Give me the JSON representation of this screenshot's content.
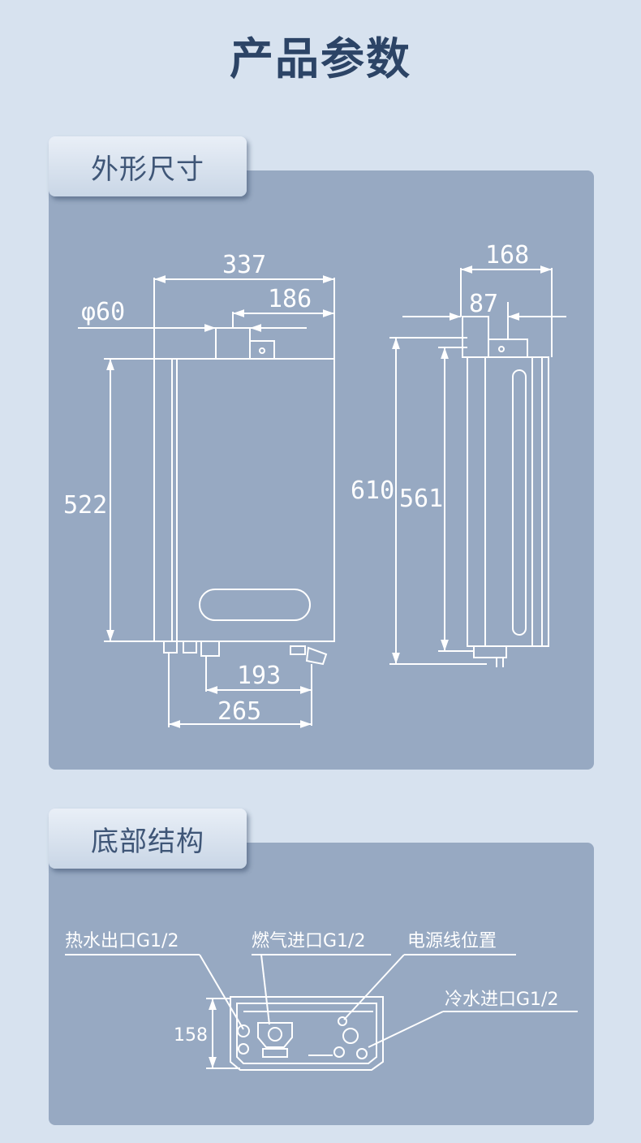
{
  "title": "产品参数",
  "sections": {
    "dimensions": {
      "tab_label": "外形尺寸",
      "front": {
        "width_total": "337",
        "flue_offset": "186",
        "flue_diameter": "φ60",
        "body_height": "522",
        "pipe_spacing_inner": "193",
        "pipe_spacing_outer": "265"
      },
      "side": {
        "depth_total": "168",
        "flue_depth": "87",
        "total_height": "610",
        "body_height": "561"
      }
    },
    "bottom": {
      "tab_label": "底部结构",
      "labels": {
        "hot_water_outlet": "热水出口G1/2",
        "gas_inlet": "燃气进口G1/2",
        "power_cable": "电源线位置",
        "cold_water_inlet": "冷水进口G1/2"
      },
      "depth": "158"
    }
  }
}
